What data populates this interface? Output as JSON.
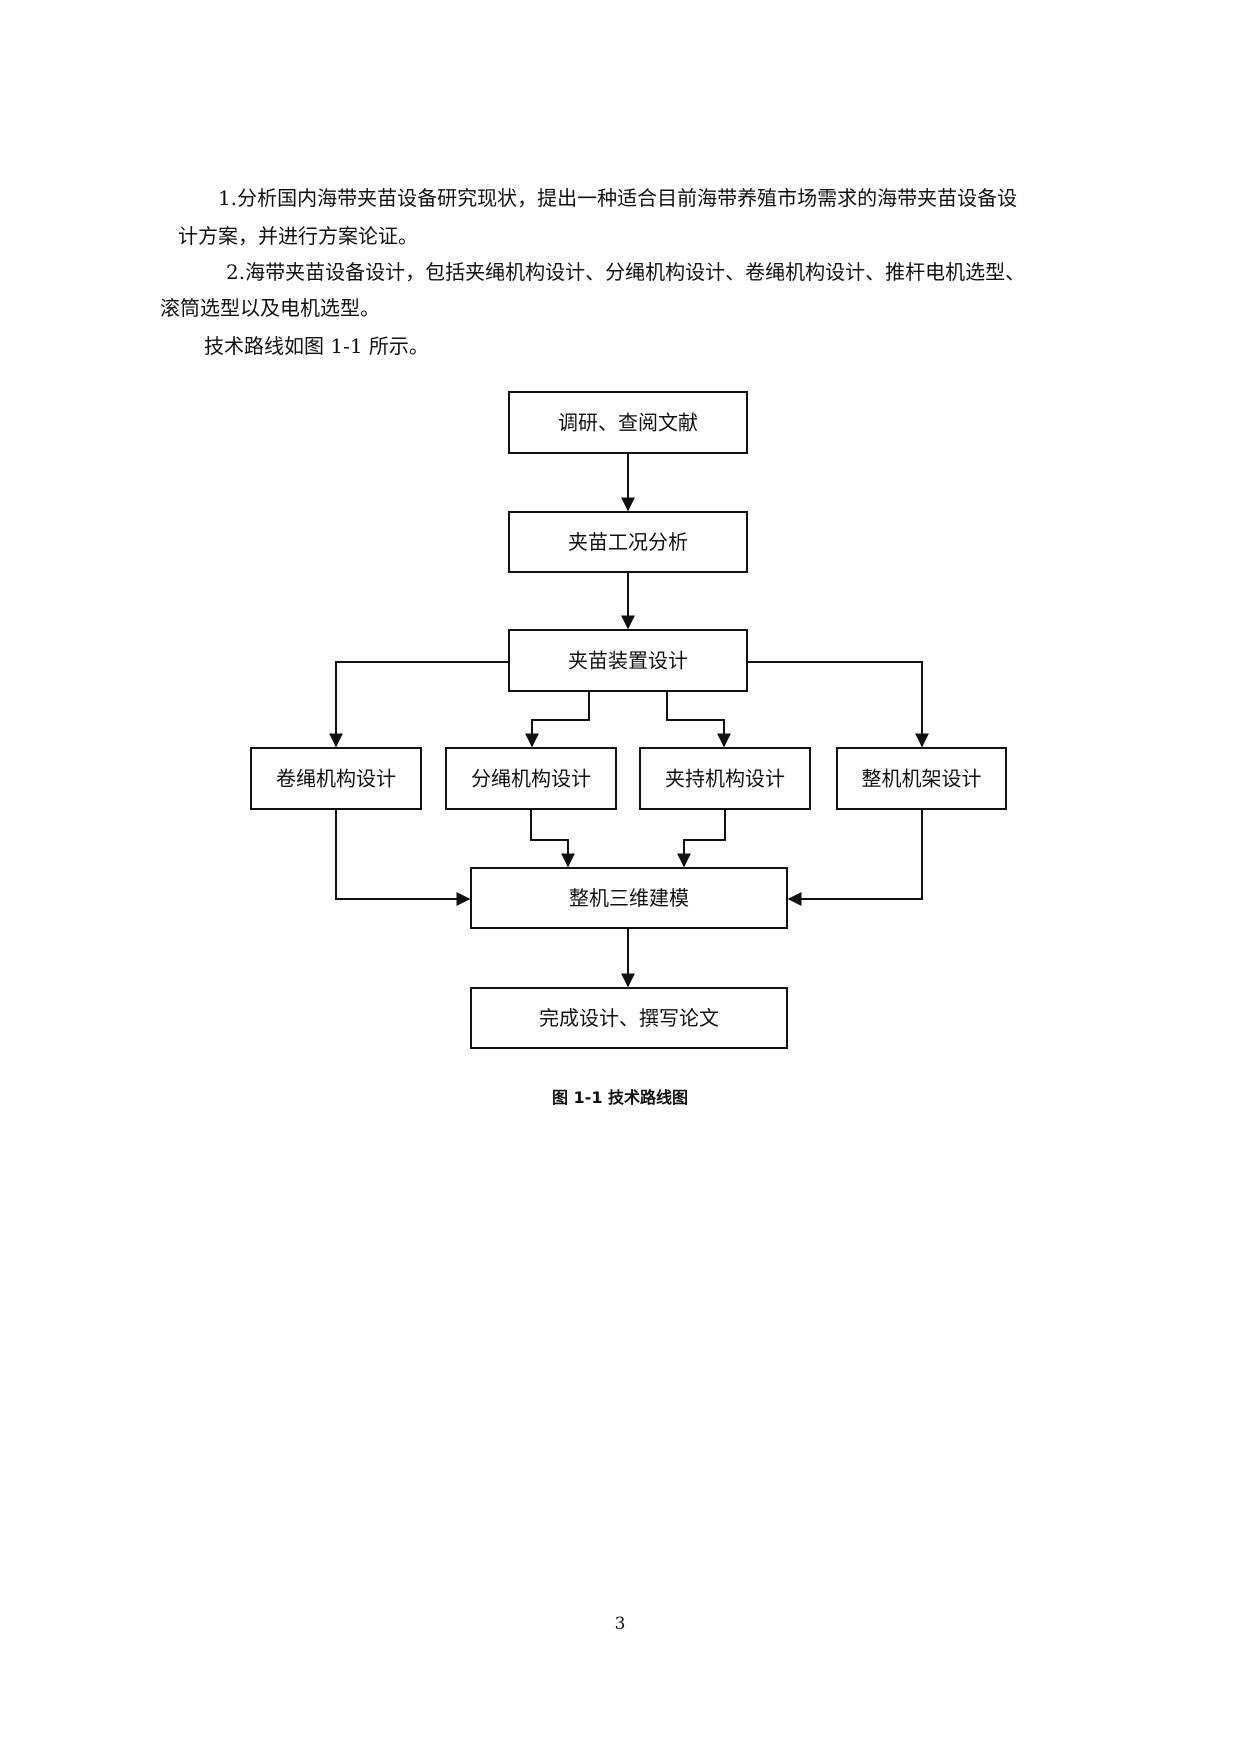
{
  "paragraphs": [
    {
      "lines": [
        "1.分析国内海带夹苗设备研究现状，提出一种适合目前海带养殖市场需求的海带夹苗设备设",
        "计方案，并进行方案论证。"
      ]
    },
    {
      "lines": [
        "2.海带夹苗设备设计，包括夹绳机构设计、分绳机构设计、卷绳机构设计、推杆电机选型、",
        "滚筒选型以及电机选型。"
      ]
    },
    {
      "lines": [
        "技术路线如图 1-1 所示。"
      ]
    }
  ],
  "flowchart": {
    "nodes": {
      "research": "调研、查阅文献",
      "analysis": "夹苗工况分析",
      "device_design": "夹苗装置设计",
      "rope_winding": "卷绳机构设计",
      "rope_splitting": "分绳机构设计",
      "clamping": "夹持机构设计",
      "frame": "整机机架设计",
      "modeling": "整机三维建模",
      "finish": "完成设计、撰写论文"
    }
  },
  "caption": "图 1-1 技术路线图",
  "page_number": "3"
}
